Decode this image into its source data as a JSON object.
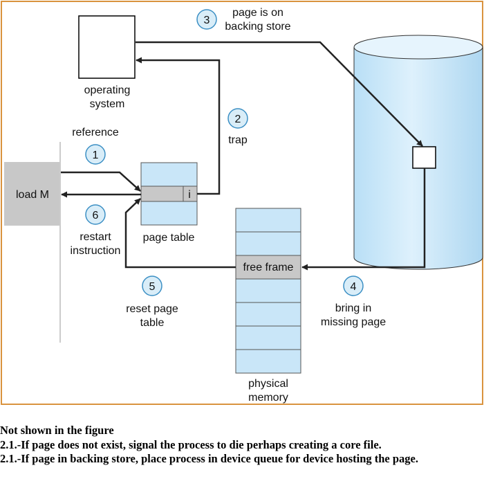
{
  "diagram": {
    "step1": {
      "number": "1",
      "label": "reference"
    },
    "step2": {
      "number": "2",
      "label": "trap"
    },
    "step3": {
      "number": "3",
      "label_line1": "page is on",
      "label_line2": "backing store"
    },
    "step4": {
      "number": "4",
      "label_line1": "bring in",
      "label_line2": "missing page"
    },
    "step5": {
      "number": "5",
      "label_line1": "reset page",
      "label_line2": "table"
    },
    "step6": {
      "number": "6",
      "label_line1": "restart",
      "label_line2": "instruction"
    },
    "os_label_line1": "operating",
    "os_label_line2": "system",
    "instruction": "load M",
    "page_table_label": "page table",
    "invalid_bit": "i",
    "free_frame": "free frame",
    "memory_label_line1": "physical",
    "memory_label_line2": "memory"
  },
  "notes": {
    "heading": "Not shown in the figure",
    "line1": "2.1.-If page does not exist, signal the process to die perhaps creating a core file.",
    "line2": "2.1.-If page in backing store, place process in device queue for device hosting the page."
  },
  "colors": {
    "frame_border": "#d9933e",
    "light_blue": "#c9e6f8",
    "gray": "#c8c8c8",
    "circle_fill": "#d9edf8",
    "circle_stroke": "#3b8fc4"
  }
}
